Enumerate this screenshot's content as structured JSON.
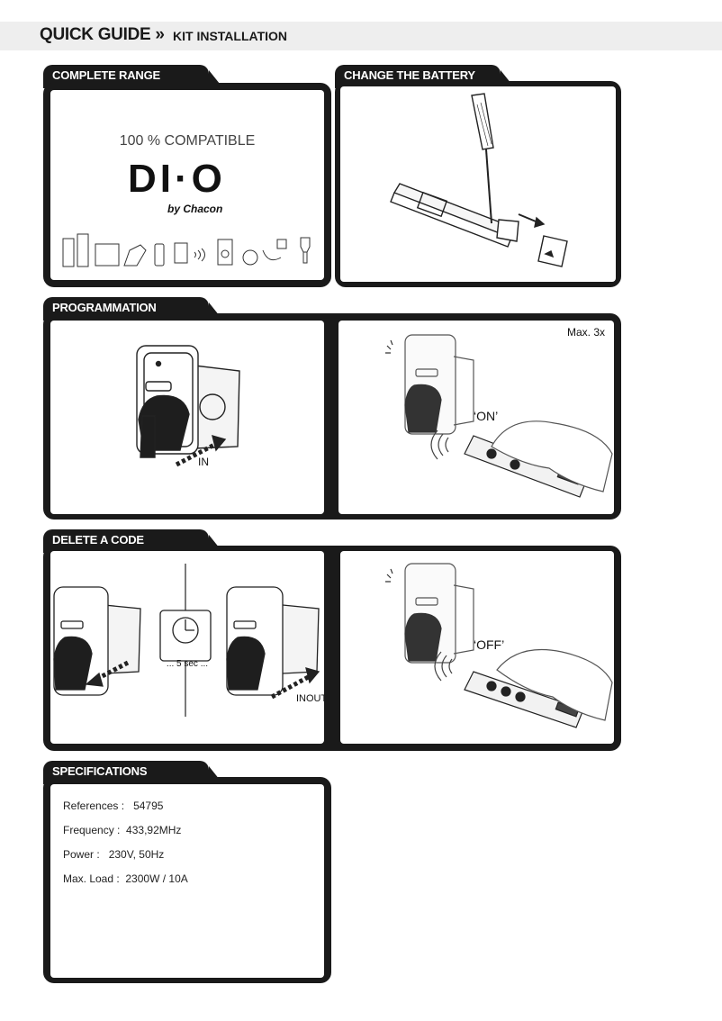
{
  "header": {
    "title": "QUICK GUIDE »",
    "subtitle": "KIT INSTALLATION"
  },
  "sections": {
    "complete_range": {
      "title": "COMPLETE RANGE",
      "compatible": "100 % COMPATIBLE",
      "logo_text": "DI·O",
      "logo_sub": "by Chacon"
    },
    "change_battery": {
      "title": "CHANGE THE BATTERY"
    },
    "programmation": {
      "title": "PROGRAMMATION",
      "in_label": "IN",
      "max_label": "Max. 3x",
      "on_label": "‘ON’"
    },
    "delete_code": {
      "title": "DELETE A CODE",
      "timer_label": "... 5 sec ...",
      "inout_label": "INOUT",
      "off_label": "‘OFF’"
    },
    "specifications": {
      "title": "SPECIFICATIONS",
      "rows": [
        {
          "label": "References :",
          "value": "54795"
        },
        {
          "label": "Frequency :",
          "value": "433,92MHz"
        },
        {
          "label": "Power :",
          "value": "230V,  50Hz"
        },
        {
          "label": "Max. Load :",
          "value": "2300W / 10A"
        }
      ]
    }
  }
}
